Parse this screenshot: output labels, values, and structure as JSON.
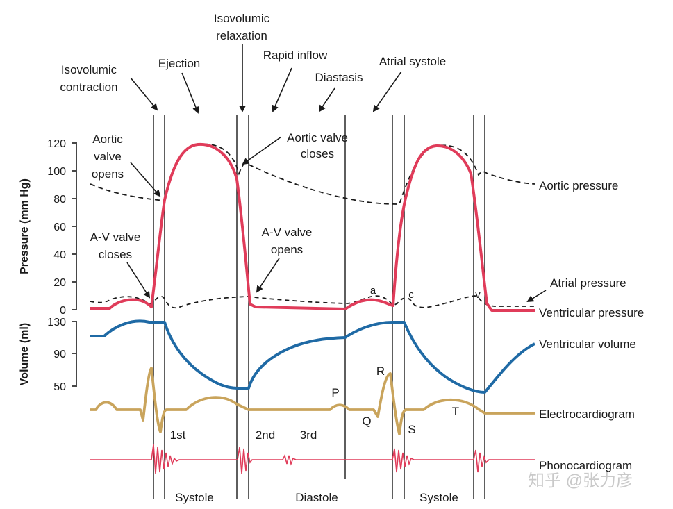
{
  "phases": {
    "isovolumic_contraction": [
      "Isovolumic",
      "contraction"
    ],
    "ejection": "Ejection",
    "isovolumic_relaxation": [
      "Isovolumic",
      "relaxation"
    ],
    "rapid_inflow": "Rapid inflow",
    "diastasis": "Diastasis",
    "atrial_systole": "Atrial systole"
  },
  "valve_events": {
    "aortic_opens": [
      "Aortic",
      "valve",
      "opens"
    ],
    "aortic_closes": [
      "Aortic valve",
      "closes"
    ],
    "av_closes": [
      "A-V valve",
      "closes"
    ],
    "av_opens": [
      "A-V valve",
      "opens"
    ]
  },
  "pressure_axis": {
    "title": "Pressure (mm Hg)",
    "ticks": [
      "120",
      "100",
      "80",
      "60",
      "40",
      "20",
      "0"
    ]
  },
  "volume_axis": {
    "title": "Volume (ml)",
    "ticks": [
      "130",
      "90",
      "50"
    ]
  },
  "wave_labels": {
    "a": "a",
    "c": "c",
    "v": "v",
    "P": "P",
    "Q": "Q",
    "R": "R",
    "S": "S",
    "T": "T"
  },
  "heart_sounds": {
    "first": "1st",
    "second": "2nd",
    "third": "3rd"
  },
  "periods": {
    "systole1": "Systole",
    "diastole": "Diastole",
    "systole2": "Systole"
  },
  "traces": {
    "aortic_pressure": "Aortic pressure",
    "atrial_pressure": "Atrial pressure",
    "ventricular_pressure": "Ventricular pressure",
    "ventricular_volume": "Ventricular volume",
    "electrocardiogram": "Electrocardiogram",
    "phonocardiogram": "Phonocardiogram"
  },
  "watermark": "知乎 @张力彦",
  "colors": {
    "ventricular_pressure": "#e03c5a",
    "ventricular_volume": "#1f6aa5",
    "electrocardiogram": "#c9a45c",
    "phonocardiogram": "#e03c5a",
    "dashed": "#1a1a1a"
  }
}
